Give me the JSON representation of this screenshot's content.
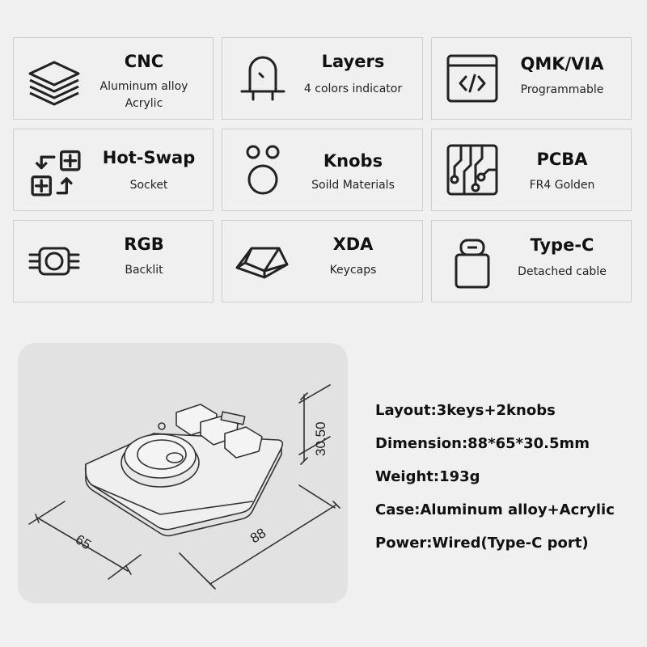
{
  "features": [
    {
      "icon": "layers-stack-icon",
      "title": "CNC",
      "lines": [
        "Aluminum alloy",
        "Acrylic"
      ]
    },
    {
      "icon": "led-diode-icon",
      "title": "Layers",
      "lines": [
        "4 colors indicator"
      ]
    },
    {
      "icon": "code-window-icon",
      "title": "QMK/VIA",
      "lines": [
        "Programmable"
      ]
    },
    {
      "icon": "hot-swap-icon",
      "title": "Hot-Swap",
      "lines": [
        "Socket"
      ]
    },
    {
      "icon": "knobs-icon",
      "title": "Knobs",
      "lines": [
        "Soild Materials"
      ]
    },
    {
      "icon": "circuit-board-icon",
      "title": "PCBA",
      "lines": [
        "FR4 Golden"
      ]
    },
    {
      "icon": "rgb-led-icon",
      "title": "RGB",
      "lines": [
        "Backlit"
      ]
    },
    {
      "icon": "keycap-icon",
      "title": "XDA",
      "lines": [
        "Keycaps"
      ]
    },
    {
      "icon": "usb-c-connector-icon",
      "title": "Type-C",
      "lines": [
        "Detached cable"
      ]
    }
  ],
  "diagram": {
    "height_label": "30.50",
    "width_label": "88",
    "depth_label": "65"
  },
  "specs": [
    "Layout:3keys+2knobs",
    "Dimension:88*65*30.5mm",
    "Weight:193g",
    "Case:Aluminum alloy+Acrylic",
    "Power:Wired(Type-C port)"
  ],
  "colors": {
    "background": "#f0f0f0",
    "card_border": "#cfcfcf",
    "panel": "#e2e2e2",
    "ink": "#111111"
  }
}
